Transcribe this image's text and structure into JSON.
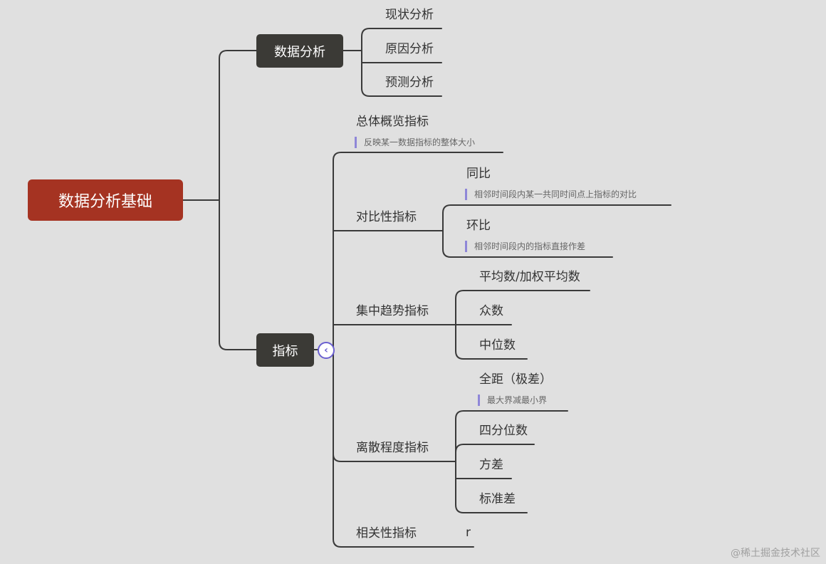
{
  "root": "数据分析基础",
  "analysis": {
    "title": "数据分析",
    "items": [
      "现状分析",
      "原因分析",
      "预测分析"
    ]
  },
  "metrics": {
    "title": "指标",
    "overview": {
      "title": "总体概览指标",
      "note": "反映某一数据指标的整体大小"
    },
    "comparison": {
      "title": "对比性指标",
      "yoy": {
        "title": "同比",
        "note": "相邻时间段内某一共同时间点上指标的对比"
      },
      "mom": {
        "title": "环比",
        "note": "相邻时间段内的指标直接作差"
      }
    },
    "central": {
      "title": "集中趋势指标",
      "items": [
        "平均数/加权平均数",
        "众数",
        "中位数"
      ]
    },
    "dispersion": {
      "title": "离散程度指标",
      "range": {
        "title": "全距（极差）",
        "note": "最大界减最小界"
      },
      "items": [
        "四分位数",
        "方差",
        "标准差"
      ]
    },
    "correlation": {
      "title": "相关性指标",
      "child": "r"
    }
  },
  "collapse_icon": "chevron-left-icon",
  "watermark": "@稀土掘金技术社区",
  "colors": {
    "root": "#a53322",
    "branch": "#3b3a36",
    "note_bar": "#8f87d8",
    "collapse": "#6a5fd0",
    "background": "#e0e0e0"
  }
}
